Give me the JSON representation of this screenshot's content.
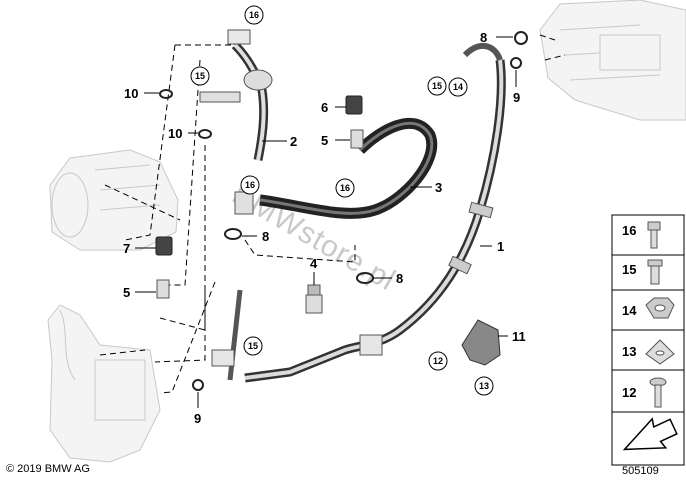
{
  "watermark": "BMWstore.pl",
  "copyright": "© 2019 BMW AG",
  "doc_number": "505109",
  "callouts": [
    {
      "id": "c1",
      "text": "1"
    },
    {
      "id": "c2",
      "text": "2"
    },
    {
      "id": "c3",
      "text": "3"
    },
    {
      "id": "c4",
      "text": "4"
    },
    {
      "id": "c5a",
      "text": "5"
    },
    {
      "id": "c5b",
      "text": "5"
    },
    {
      "id": "c6",
      "text": "6"
    },
    {
      "id": "c7",
      "text": "7"
    },
    {
      "id": "c8a",
      "text": "8"
    },
    {
      "id": "c8b",
      "text": "8"
    },
    {
      "id": "c8c",
      "text": "8"
    },
    {
      "id": "c9a",
      "text": "9"
    },
    {
      "id": "c9b",
      "text": "9"
    },
    {
      "id": "c10a",
      "text": "10"
    },
    {
      "id": "c10b",
      "text": "10"
    },
    {
      "id": "c11",
      "text": "11"
    }
  ],
  "circled": [
    {
      "id": "k16a",
      "text": "16"
    },
    {
      "id": "k15a",
      "text": "15"
    },
    {
      "id": "k16b",
      "text": "16"
    },
    {
      "id": "k16c",
      "text": "16"
    },
    {
      "id": "k15b",
      "text": "15"
    },
    {
      "id": "k14",
      "text": "14"
    },
    {
      "id": "k15c",
      "text": "15"
    },
    {
      "id": "k12",
      "text": "12"
    },
    {
      "id": "k13",
      "text": "13"
    }
  ],
  "legend": [
    {
      "num": "16",
      "icon": "bolt-icon"
    },
    {
      "num": "15",
      "icon": "flange-bolt-icon"
    },
    {
      "num": "14",
      "icon": "nut-icon"
    },
    {
      "num": "13",
      "icon": "clip-nut-icon"
    },
    {
      "num": "12",
      "icon": "screw-icon"
    }
  ]
}
